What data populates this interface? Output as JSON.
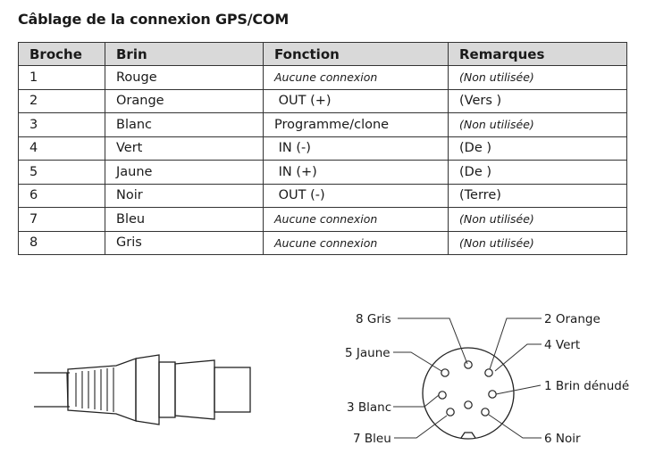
{
  "title": "Câblage de la connexion GPS/COM",
  "table": {
    "headers": [
      "Broche",
      "Brin",
      "Fonction",
      "Remarques"
    ],
    "rows": [
      {
        "broche": "1",
        "brin": "Rouge",
        "fonction": "Aucune connexion",
        "remarques": "(Non utilisée)",
        "fonction_italic": true,
        "remarques_italic": true
      },
      {
        "broche": "2",
        "brin": "Orange",
        "fonction": " OUT (+)",
        "remarques": "(Vers )",
        "fonction_italic": false,
        "remarques_italic": false
      },
      {
        "broche": "3",
        "brin": "Blanc",
        "fonction": "Programme/clone",
        "remarques": "(Non utilisée)",
        "fonction_italic": false,
        "remarques_italic": true
      },
      {
        "broche": "4",
        "brin": "Vert",
        "fonction": " IN (-)",
        "remarques": "(De )",
        "fonction_italic": false,
        "remarques_italic": false
      },
      {
        "broche": "5",
        "brin": "Jaune",
        "fonction": " IN (+)",
        "remarques": "(De )",
        "fonction_italic": false,
        "remarques_italic": false
      },
      {
        "broche": "6",
        "brin": "Noir",
        "fonction": " OUT (-)",
        "remarques": "(Terre)",
        "fonction_italic": false,
        "remarques_italic": false
      },
      {
        "broche": "7",
        "brin": "Bleu",
        "fonction": "Aucune connexion",
        "remarques": "(Non utilisée)",
        "fonction_italic": true,
        "remarques_italic": true
      },
      {
        "broche": "8",
        "brin": "Gris",
        "fonction": "Aucune connexion",
        "remarques": "(Non utilisée)",
        "fonction_italic": true,
        "remarques_italic": true
      }
    ]
  },
  "diagram": {
    "labels": {
      "pin8": "8 Gris",
      "pin2": "2 Orange",
      "pin4": "4 Vert",
      "pin5": "5 Jaune",
      "pin1": "1 Brin dénudé",
      "pin3": "3 Blanc",
      "pin7": "7 Bleu",
      "pin6": "6 Noir"
    }
  },
  "colors": {
    "header_bg": "#d9d9d9",
    "line": "#333333"
  }
}
